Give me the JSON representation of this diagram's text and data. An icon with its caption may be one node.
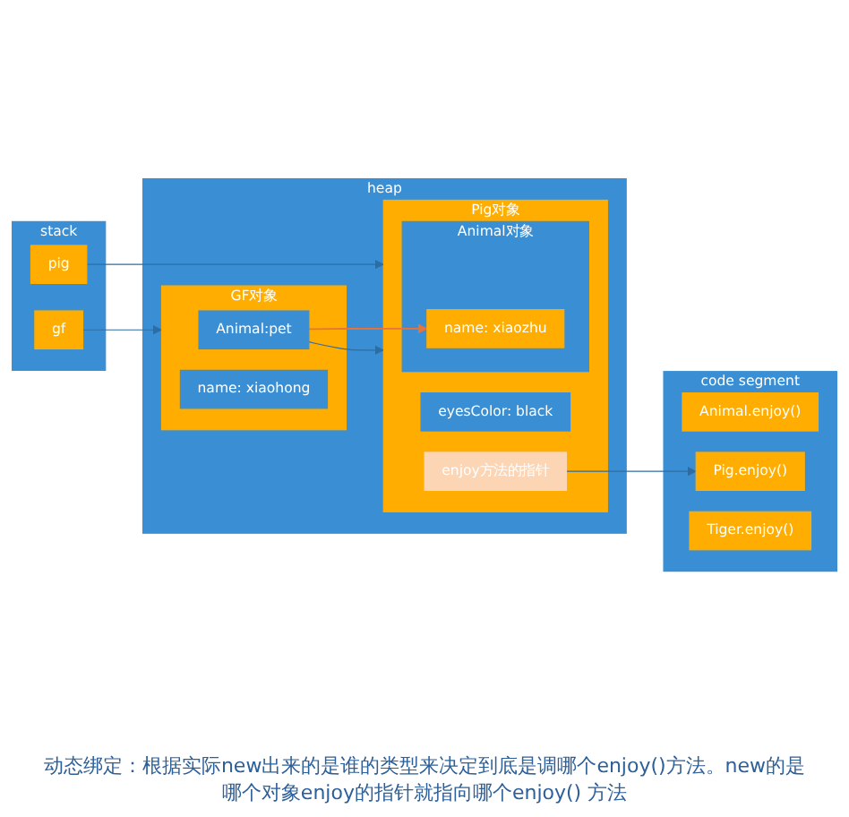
{
  "diagram": {
    "caption": "动态绑定：根据实际new出来的是谁的类型来决定到底是调哪个enjoy()方法。new的是哪个对象enjoy的指针就指向哪个enjoy() 方法",
    "nodes": [
      {
        "text": [
          "stack"
        ]
      },
      {
        "text": [
          "pig"
        ],
        "in": 0
      },
      {
        "text": [
          "gf"
        ],
        "in": 0
      },
      {
        "text": [
          "heap"
        ]
      },
      {
        "text": [
          "Pig对象"
        ],
        "in": 3
      },
      {
        "text": [
          "Animal对象"
        ],
        "in": 4
      },
      {
        "text": [
          "name: xiaozhu"
        ],
        "in": 5
      },
      {
        "text": [
          "eyesColor: black"
        ],
        "in": 4
      },
      {
        "text": [
          "enjoy方法的指针"
        ],
        "in": 4
      },
      {
        "text": [
          "GF对象"
        ],
        "in": 3
      },
      {
        "text": [
          "Animal:pet"
        ],
        "in": 9
      },
      {
        "text": [
          "name: xiaohong"
        ],
        "in": 9
      },
      {
        "text": [
          "code segment"
        ]
      },
      {
        "text": [
          "Animal.enjoy()"
        ],
        "in": 12
      },
      {
        "text": [
          "Pig.enjoy()"
        ],
        "in": 12
      },
      {
        "text": [
          "Tiger.enjoy()"
        ],
        "in": 12
      }
    ],
    "edges": [
      {
        "from": 1,
        "to": 4,
        "arrow": "to"
      },
      {
        "from": 2,
        "to": 9,
        "arrow": "to"
      },
      {
        "from": 10,
        "to": 4,
        "arrow": "to"
      },
      {
        "from": 10,
        "to": 6,
        "arrow": "to",
        "color": "#e8743b"
      },
      {
        "from": 8,
        "to": 14,
        "arrow": "to"
      }
    ]
  }
}
